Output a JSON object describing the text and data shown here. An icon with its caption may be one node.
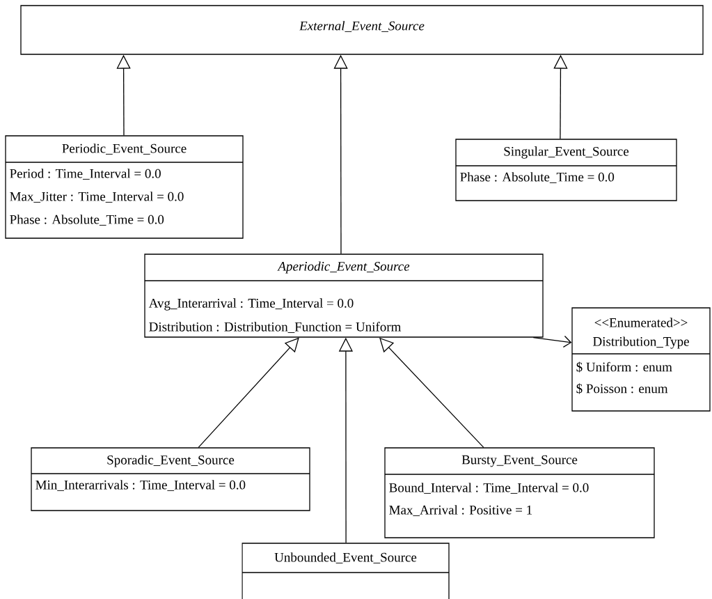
{
  "diagram": {
    "nodes": [
      {
        "text": [
          "External_Event_Source"
        ]
      },
      {
        "text": [
          "Periodic_Event_Source",
          "Period : Time_Interval = 0.0",
          "Max_Jitter : Time_Interval = 0.0",
          "Phase : Absolute_Time = 0.0"
        ]
      },
      {
        "text": [
          "Singular_Event_Source",
          "Phase : Absolute_Time = 0.0"
        ]
      },
      {
        "text": [
          "Aperiodic_Event_Source",
          "Avg_Interarrival : Time_Interval = 0.0",
          "Distribution : Distribution_Function = Uniform"
        ]
      },
      {
        "text": [
          "<<Enumerated>>",
          "Distribution_Type",
          "$ Uniform : enum",
          "$ Poisson : enum"
        ]
      },
      {
        "text": [
          "Sporadic_Event_Source",
          "Min_Interarrivals : Time_Interval = 0.0"
        ]
      },
      {
        "text": [
          "Bursty_Event_Source",
          "Bound_Interval : Time_Interval = 0.0",
          "Max_Arrival : Positive = 1"
        ]
      },
      {
        "text": [
          "Unbounded_Event_Source"
        ]
      }
    ],
    "edges": [
      {
        "from": 1,
        "to": 0,
        "arrow": "to"
      },
      {
        "from": 3,
        "to": 0,
        "arrow": "to"
      },
      {
        "from": 2,
        "to": 0,
        "arrow": "to"
      },
      {
        "from": 5,
        "to": 3,
        "arrow": "to"
      },
      {
        "from": 7,
        "to": 3,
        "arrow": "to"
      },
      {
        "from": 6,
        "to": 3,
        "arrow": "to"
      },
      {
        "from": 3,
        "to": 4,
        "arrow": "to"
      }
    ]
  }
}
